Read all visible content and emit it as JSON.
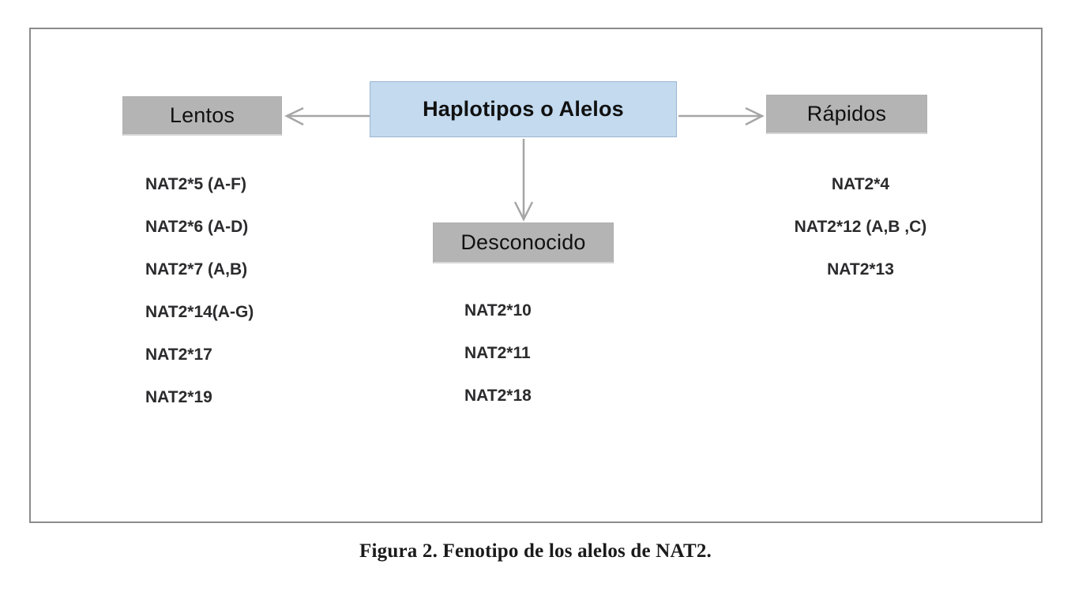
{
  "figure": {
    "caption": "Figura 2. Fenotipo de los alelos de NAT2.",
    "frame_border_color": "#8d8a8c",
    "background_color": "#ffffff"
  },
  "nodes": {
    "root": {
      "label": "Haplotipos o Alelos",
      "fill_color": "#c3daef",
      "border_color": "#9ab6d0",
      "text_color": "#111111"
    },
    "slow": {
      "label": "Lentos",
      "fill_color": "#b4b4b4",
      "text_color": "#111111"
    },
    "fast": {
      "label": "Rápidos",
      "fill_color": "#b4b4b4",
      "text_color": "#111111"
    },
    "unknown": {
      "label": "Desconocido",
      "fill_color": "#b4b4b4",
      "text_color": "#111111"
    }
  },
  "connectors": {
    "arrow_color": "#a6a6a6",
    "to_slow": {
      "name": "arrow-root-to-lentos",
      "direction": "left"
    },
    "to_fast": {
      "name": "arrow-root-to-rapidos",
      "direction": "right"
    },
    "to_unknown": {
      "name": "arrow-root-to-desconocido",
      "direction": "down"
    }
  },
  "alleles": {
    "slow": [
      "NAT2*5 (A-F)",
      "NAT2*6 (A-D)",
      "NAT2*7 (A,B)",
      "NAT2*14(A-G)",
      "NAT2*17",
      "NAT2*19"
    ],
    "unknown": [
      "NAT2*10",
      "NAT2*11",
      "NAT2*18"
    ],
    "fast": [
      "NAT2*4",
      "NAT2*12 (A,B ,C)",
      "NAT2*13"
    ]
  },
  "chart_data": {
    "type": "diagram",
    "title": "Figura 2. Fenotipo de los alelos de NAT2.",
    "root": "Haplotipos o Alelos",
    "branches": [
      {
        "name": "Lentos",
        "direction": "left",
        "members": [
          "NAT2*5 (A-F)",
          "NAT2*6 (A-D)",
          "NAT2*7 (A,B)",
          "NAT2*14(A-G)",
          "NAT2*17",
          "NAT2*19"
        ]
      },
      {
        "name": "Desconocido",
        "direction": "down",
        "members": [
          "NAT2*10",
          "NAT2*11",
          "NAT2*18"
        ]
      },
      {
        "name": "Rápidos",
        "direction": "right",
        "members": [
          "NAT2*4",
          "NAT2*12 (A,B ,C)",
          "NAT2*13"
        ]
      }
    ]
  }
}
